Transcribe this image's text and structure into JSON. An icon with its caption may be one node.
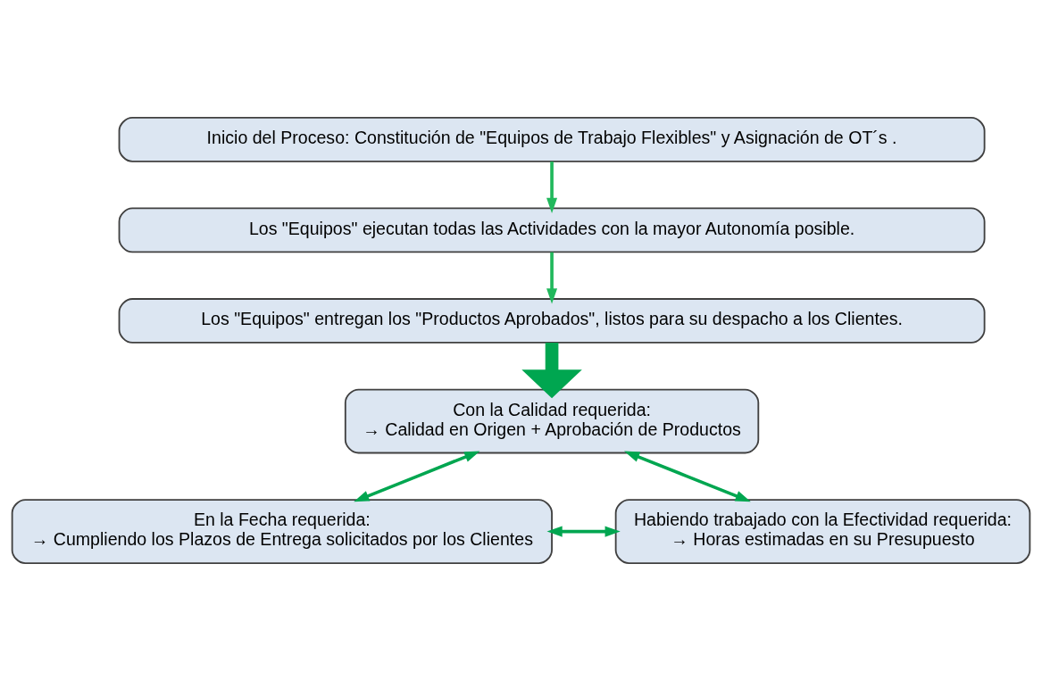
{
  "diagram": {
    "nodes": [
      {
        "text": [
          "Inicio del Proceso: Constitución de \"Equipos de Trabajo Flexibles\" y Asignación de OT´s ."
        ]
      },
      {
        "text": [
          "Los \"Equipos\" ejecutan todas las Actividades con la mayor Autonomía posible."
        ]
      },
      {
        "text": [
          "Los \"Equipos\" entregan los \"Productos Aprobados\", listos para su despacho a los Clientes."
        ]
      },
      {
        "text": [
          "Con la Calidad requerida:",
          "→ Calidad en Origen + Aprobación de Productos"
        ]
      },
      {
        "text": [
          "En la Fecha requerida:",
          "→ Cumpliendo los Plazos de Entrega solicitados por los Clientes"
        ]
      },
      {
        "text": [
          "Habiendo trabajado con la Efectividad requerida:",
          "→ Horas estimadas en su Presupuesto"
        ]
      }
    ],
    "edges": [
      {
        "from": 0,
        "to": 1,
        "arrow": "to",
        "color": "#21b85c"
      },
      {
        "from": 1,
        "to": 2,
        "arrow": "to",
        "color": "#21b85c"
      },
      {
        "from": 2,
        "to": 3,
        "arrow": "to",
        "style": "thick"
      },
      {
        "from": 3,
        "to": 4,
        "arrow": "both"
      },
      {
        "from": 3,
        "to": 5,
        "arrow": "both"
      },
      {
        "from": 4,
        "to": 5,
        "arrow": "both"
      }
    ]
  }
}
